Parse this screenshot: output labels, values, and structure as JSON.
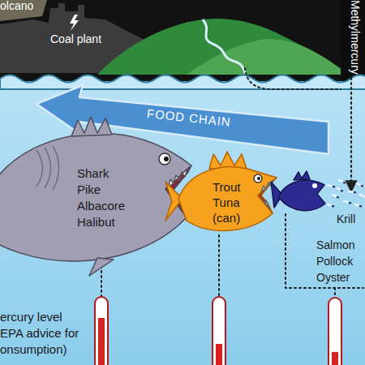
{
  "diagram": {
    "nodes": [
      {
        "text": [
          "Shark Pike Albacore Halibut"
        ]
      },
      {
        "text": [
          "Trout Tuna (can)"
        ]
      },
      {
        "text": [
          "Salmon Pollock Oyster"
        ]
      }
    ],
    "labels": [
      "olcano",
      "Coal plant",
      "Methylmercury",
      "FOOD CHAIN",
      "Krill",
      "ercury level",
      "EPA advice for",
      "onsumption)"
    ]
  }
}
